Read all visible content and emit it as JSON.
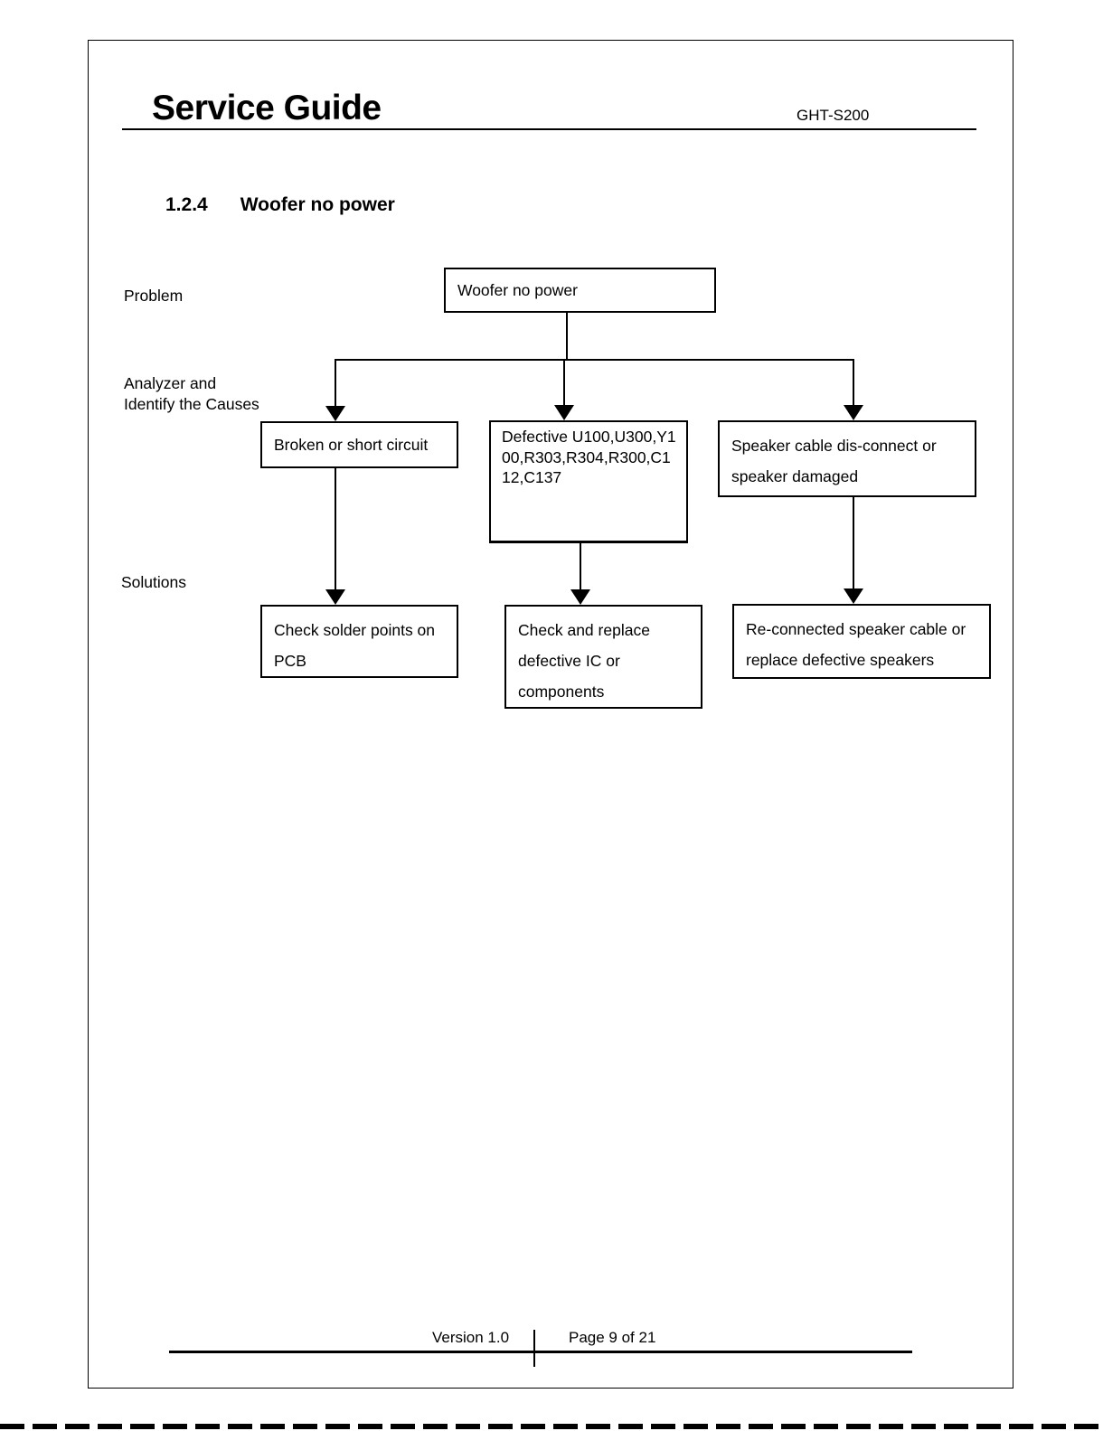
{
  "header": {
    "title": "Service Guide",
    "model": "GHT-S200"
  },
  "section": {
    "number": "1.2.4",
    "title": "Woofer no power"
  },
  "flowchart": {
    "row_labels": {
      "problem": "Problem",
      "analyze_line1": "Analyzer and",
      "analyze_line2": "Identify the Causes",
      "solutions": "Solutions"
    },
    "problem_box": "Woofer no power",
    "causes": [
      "Broken or short circuit",
      "Defective U100,U300,Y100,R303,R304,R300,C112,C137",
      "Speaker cable dis-connect or speaker damaged"
    ],
    "solutions": [
      "Check solder points on PCB",
      "Check and replace defective IC or components",
      "Re-connected speaker cable or replace defective speakers"
    ]
  },
  "footer": {
    "version": "Version 1.0",
    "page": "Page 9 of 21"
  }
}
